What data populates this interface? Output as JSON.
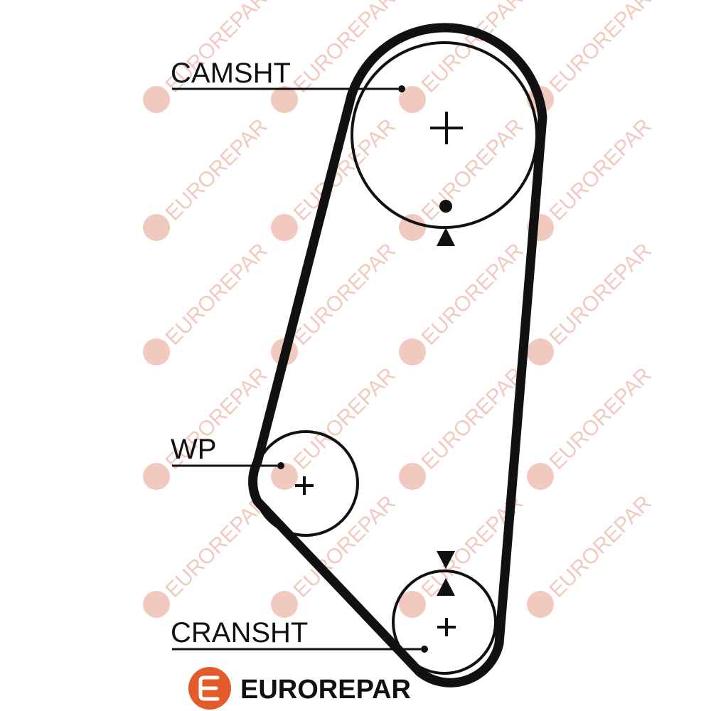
{
  "diagram": {
    "labels": {
      "camshaft": "CAMSHT",
      "water_pump": "WP",
      "crankshaft": "CRANSHT"
    },
    "center_mark": "+"
  },
  "brand": {
    "name": "EUROREPAR",
    "watermark_text": "EUROREPAR",
    "color": "#e35a2b",
    "watermark_color": "#f2c9bf"
  },
  "colors": {
    "belt": "#111111",
    "line": "#111111"
  }
}
